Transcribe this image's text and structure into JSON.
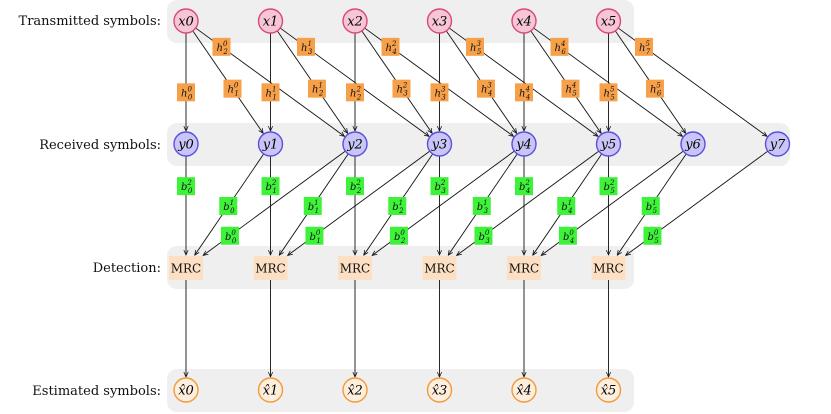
{
  "row_labels": {
    "transmitted": "Transmitted symbols:",
    "received": "Received symbols:",
    "detection": "Detection:",
    "estimated": "Estimated symbols:"
  },
  "transmitted_symbols": [
    "x0",
    "x1",
    "x2",
    "x3",
    "x4",
    "x5"
  ],
  "received_symbols": [
    "y0",
    "y1",
    "y2",
    "y3",
    "y4",
    "y5",
    "y6",
    "y7"
  ],
  "detection_blocks": [
    "MRC",
    "MRC",
    "MRC",
    "MRC",
    "MRC",
    "MRC"
  ],
  "estimated_symbols": [
    "x̂0",
    "x̂1",
    "x̂2",
    "x̂3",
    "x̂4",
    "x̂5"
  ],
  "channel_coefficients": [
    {
      "label": "h",
      "sup": "0",
      "sub": "0",
      "from": 0,
      "to": 0
    },
    {
      "label": "h",
      "sup": "0",
      "sub": "1",
      "from": 0,
      "to": 1
    },
    {
      "label": "h",
      "sup": "0",
      "sub": "2",
      "from": 0,
      "to": 2
    },
    {
      "label": "h",
      "sup": "1",
      "sub": "1",
      "from": 1,
      "to": 1
    },
    {
      "label": "h",
      "sup": "1",
      "sub": "2",
      "from": 1,
      "to": 2
    },
    {
      "label": "h",
      "sup": "1",
      "sub": "3",
      "from": 1,
      "to": 3
    },
    {
      "label": "h",
      "sup": "2",
      "sub": "2",
      "from": 2,
      "to": 2
    },
    {
      "label": "h",
      "sup": "2",
      "sub": "3",
      "from": 2,
      "to": 3
    },
    {
      "label": "h",
      "sup": "2",
      "sub": "4",
      "from": 2,
      "to": 4
    },
    {
      "label": "h",
      "sup": "3",
      "sub": "3",
      "from": 3,
      "to": 3
    },
    {
      "label": "h",
      "sup": "3",
      "sub": "4",
      "from": 3,
      "to": 4
    },
    {
      "label": "h",
      "sup": "3",
      "sub": "5",
      "from": 3,
      "to": 5
    },
    {
      "label": "h",
      "sup": "4",
      "sub": "4",
      "from": 4,
      "to": 4
    },
    {
      "label": "h",
      "sup": "4",
      "sub": "5",
      "from": 4,
      "to": 5
    },
    {
      "label": "h",
      "sup": "4",
      "sub": "6",
      "from": 4,
      "to": 6
    },
    {
      "label": "h",
      "sup": "5",
      "sub": "5",
      "from": 5,
      "to": 5
    },
    {
      "label": "h",
      "sup": "5",
      "sub": "6",
      "from": 5,
      "to": 6
    },
    {
      "label": "h",
      "sup": "5",
      "sub": "7",
      "from": 5,
      "to": 7
    }
  ],
  "combining_coefficients": [
    {
      "label": "b",
      "sup": "2",
      "sub": "0",
      "from": 0,
      "to": 0
    },
    {
      "label": "b",
      "sup": "1",
      "sub": "0",
      "from": 1,
      "to": 0
    },
    {
      "label": "b",
      "sup": "0",
      "sub": "0",
      "from": 2,
      "to": 0
    },
    {
      "label": "b",
      "sup": "2",
      "sub": "1",
      "from": 1,
      "to": 1
    },
    {
      "label": "b",
      "sup": "1",
      "sub": "1",
      "from": 2,
      "to": 1
    },
    {
      "label": "b",
      "sup": "0",
      "sub": "1",
      "from": 3,
      "to": 1
    },
    {
      "label": "b",
      "sup": "2",
      "sub": "2",
      "from": 2,
      "to": 2
    },
    {
      "label": "b",
      "sup": "1",
      "sub": "2",
      "from": 3,
      "to": 2
    },
    {
      "label": "b",
      "sup": "0",
      "sub": "2",
      "from": 4,
      "to": 2
    },
    {
      "label": "b",
      "sup": "2",
      "sub": "3",
      "from": 3,
      "to": 3
    },
    {
      "label": "b",
      "sup": "1",
      "sub": "3",
      "from": 4,
      "to": 3
    },
    {
      "label": "b",
      "sup": "0",
      "sub": "3",
      "from": 5,
      "to": 3
    },
    {
      "label": "b",
      "sup": "2",
      "sub": "4",
      "from": 4,
      "to": 4
    },
    {
      "label": "b",
      "sup": "1",
      "sub": "4",
      "from": 5,
      "to": 4
    },
    {
      "label": "b",
      "sup": "0",
      "sub": "4",
      "from": 6,
      "to": 4
    },
    {
      "label": "b",
      "sup": "2",
      "sub": "5",
      "from": 5,
      "to": 5
    },
    {
      "label": "b",
      "sup": "1",
      "sub": "5",
      "from": 6,
      "to": 5
    },
    {
      "label": "b",
      "sup": "0",
      "sub": "5",
      "from": 7,
      "to": 5
    }
  ],
  "colors": {
    "band": "#efefef",
    "transmitted_fill": "#f7c6d6",
    "transmitted_stroke": "#d94a74",
    "received_fill": "#c9c6f7",
    "received_stroke": "#5a4fe0",
    "mrc_fill": "#fde0c4",
    "estimated_fill": "#fdeedd",
    "estimated_stroke": "#f29a3a",
    "h_fill": "#f7a04a",
    "b_fill": "#3ef23a"
  }
}
